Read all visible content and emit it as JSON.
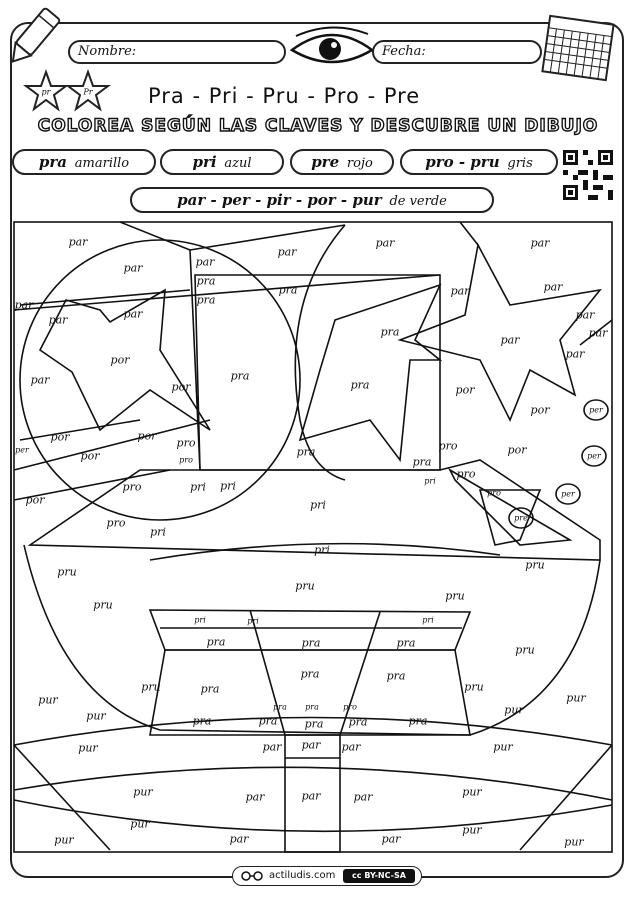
{
  "header": {
    "name_label": "Nombre:",
    "date_label": "Fecha:",
    "star_left": "pr",
    "star_right": "Pr",
    "syllables": "Pra - Pri - Pru - Pro - Pre",
    "instruction": "COLOREA SEGÚN LAS CLAVES Y DESCUBRE UN DIBUJO"
  },
  "keys": [
    {
      "syllable": "pra",
      "color_name": "amarillo"
    },
    {
      "syllable": "pri",
      "color_name": "azul"
    },
    {
      "syllable": "pre",
      "color_name": "rojo"
    },
    {
      "syllable": "pro - pru",
      "color_name": "gris"
    },
    {
      "syllable": "par - per - pir - por - pur",
      "color_name": "de verde"
    }
  ],
  "picture_labels": {
    "par": "par",
    "pra": "pra",
    "por": "por",
    "pro": "pro",
    "pri": "pri",
    "pru": "pru",
    "pur": "pur",
    "per": "per",
    "pre": "pre"
  },
  "footer": {
    "site": "actiludis.com",
    "license": "BY-NC-SA",
    "cc": "cc"
  }
}
